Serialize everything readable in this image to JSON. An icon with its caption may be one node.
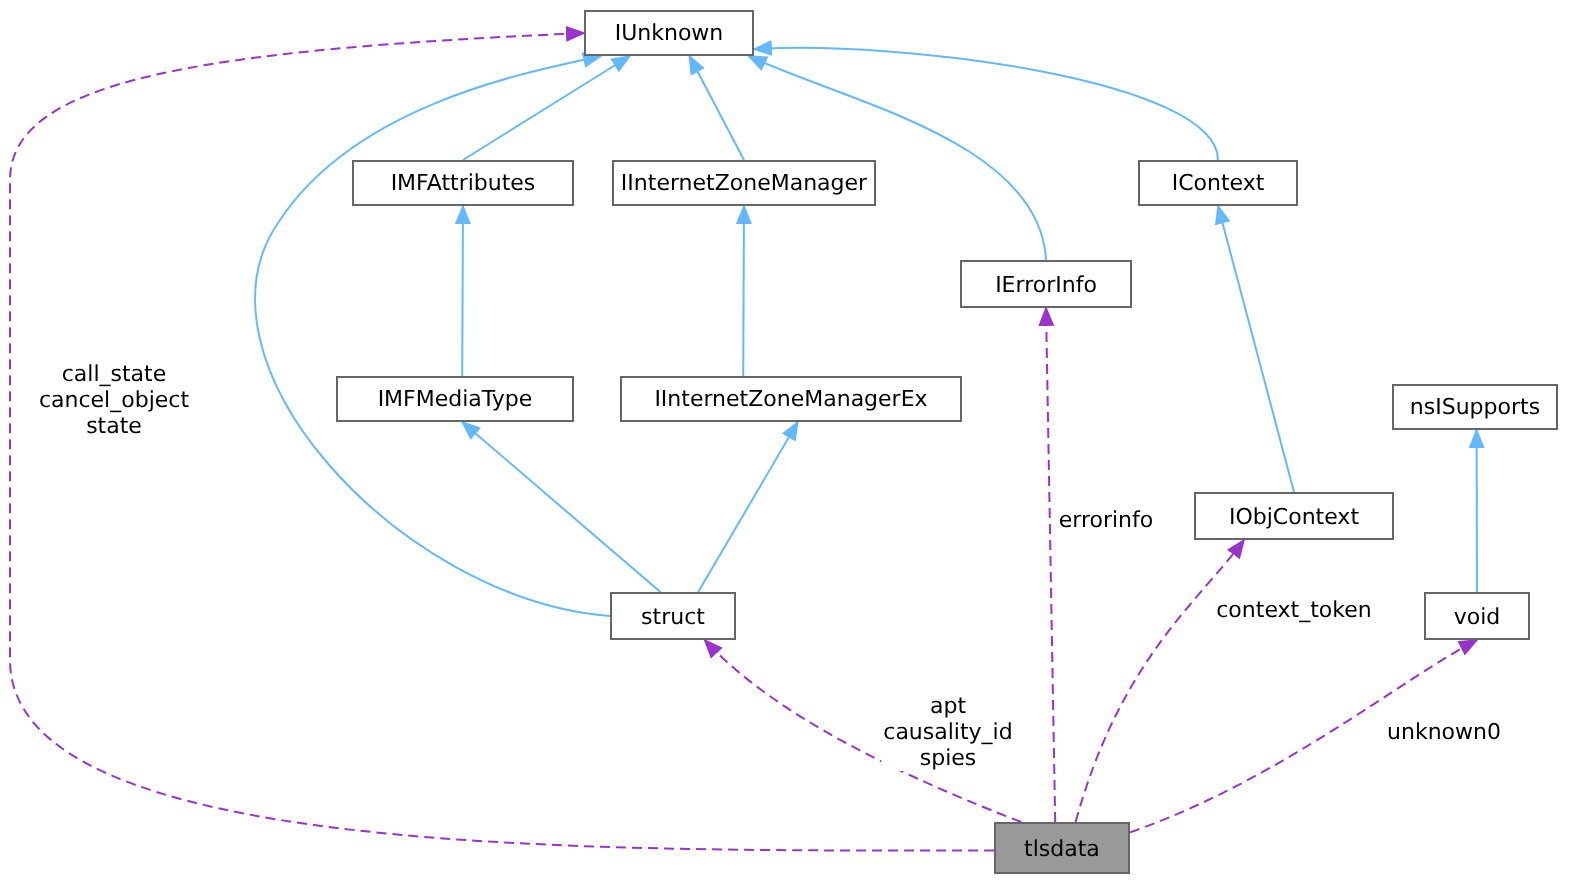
{
  "diagram": {
    "nodes": [
      {
        "text": [
          "IUnknown"
        ]
      },
      {
        "text": [
          "IMFAttributes"
        ]
      },
      {
        "text": [
          "IInternetZoneManager"
        ]
      },
      {
        "text": [
          "IContext"
        ]
      },
      {
        "text": [
          "IErrorInfo"
        ]
      },
      {
        "text": [
          "IMFMediaType"
        ]
      },
      {
        "text": [
          "IInternetZoneManagerEx"
        ]
      },
      {
        "text": [
          "nsISupports"
        ]
      },
      {
        "text": [
          "IObjContext"
        ]
      },
      {
        "text": [
          "struct"
        ]
      },
      {
        "text": [
          "void"
        ]
      },
      {
        "text": [
          "tlsdata"
        ]
      }
    ],
    "edges": [
      {
        "from": 1,
        "to": 0,
        "arrow": "to"
      },
      {
        "from": 2,
        "to": 0,
        "arrow": "to"
      },
      {
        "from": 3,
        "to": 0,
        "arrow": "to"
      },
      {
        "from": 4,
        "to": 0,
        "arrow": "to"
      },
      {
        "from": 9,
        "to": 0,
        "arrow": "to"
      },
      {
        "from": 5,
        "to": 1,
        "arrow": "to"
      },
      {
        "from": 6,
        "to": 2,
        "arrow": "to"
      },
      {
        "from": 8,
        "to": 3,
        "arrow": "to"
      },
      {
        "from": 9,
        "to": 5,
        "arrow": "to"
      },
      {
        "from": 9,
        "to": 6,
        "arrow": "to"
      },
      {
        "from": 10,
        "to": 7,
        "arrow": "to"
      },
      {
        "from": 11,
        "to": 0,
        "arrow": "to",
        "label": "call_state cancel_object state",
        "style": "dashed",
        "color": "#9a32cd"
      },
      {
        "from": 11,
        "to": 9,
        "arrow": "to",
        "label": "apt causality_id spies",
        "style": "dashed",
        "color": "#9a32cd"
      },
      {
        "from": 11,
        "to": 4,
        "arrow": "to",
        "label": "errorinfo",
        "style": "dashed",
        "color": "#9a32cd"
      },
      {
        "from": 11,
        "to": 8,
        "arrow": "to",
        "label": "context_token",
        "style": "dashed",
        "color": "#9a32cd"
      },
      {
        "from": 11,
        "to": 10,
        "arrow": "to",
        "label": "unknown0",
        "style": "dashed",
        "color": "#9a32cd"
      }
    ]
  }
}
